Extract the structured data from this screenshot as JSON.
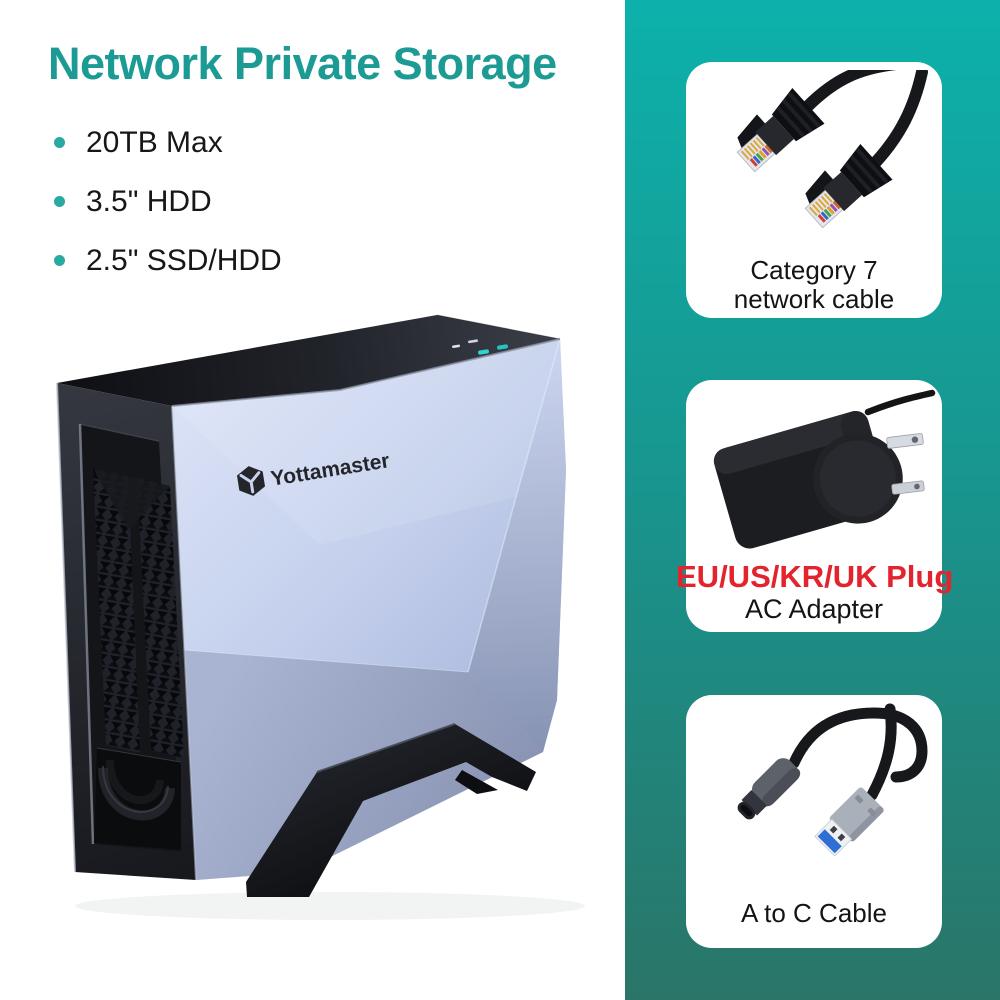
{
  "headline": {
    "title": "Network Private Storage"
  },
  "features": [
    {
      "label": "20TB Max"
    },
    {
      "label": "3.5\" HDD"
    },
    {
      "label": "2.5\" SSD/HDD"
    }
  ],
  "device": {
    "brand": "Yottamaster"
  },
  "accessories_panel": {
    "cards": {
      "network_cable": {
        "line1": "Category 7",
        "line2": "network cable"
      },
      "ac_adapter": {
        "line1": "EU/US/KR/UK Plug",
        "line2": "AC Adapter"
      },
      "usb_cable": {
        "line1": "A to C Cable"
      }
    }
  },
  "colors": {
    "headline_teal": "#1b9b94",
    "bullet_teal": "#2aa9a3",
    "rail_gradient_top": "#0db1ab",
    "rail_gradient_bottom": "#2a7568",
    "plug_text_red": "#e3242e",
    "led_cyan": "#2bd1cc"
  }
}
